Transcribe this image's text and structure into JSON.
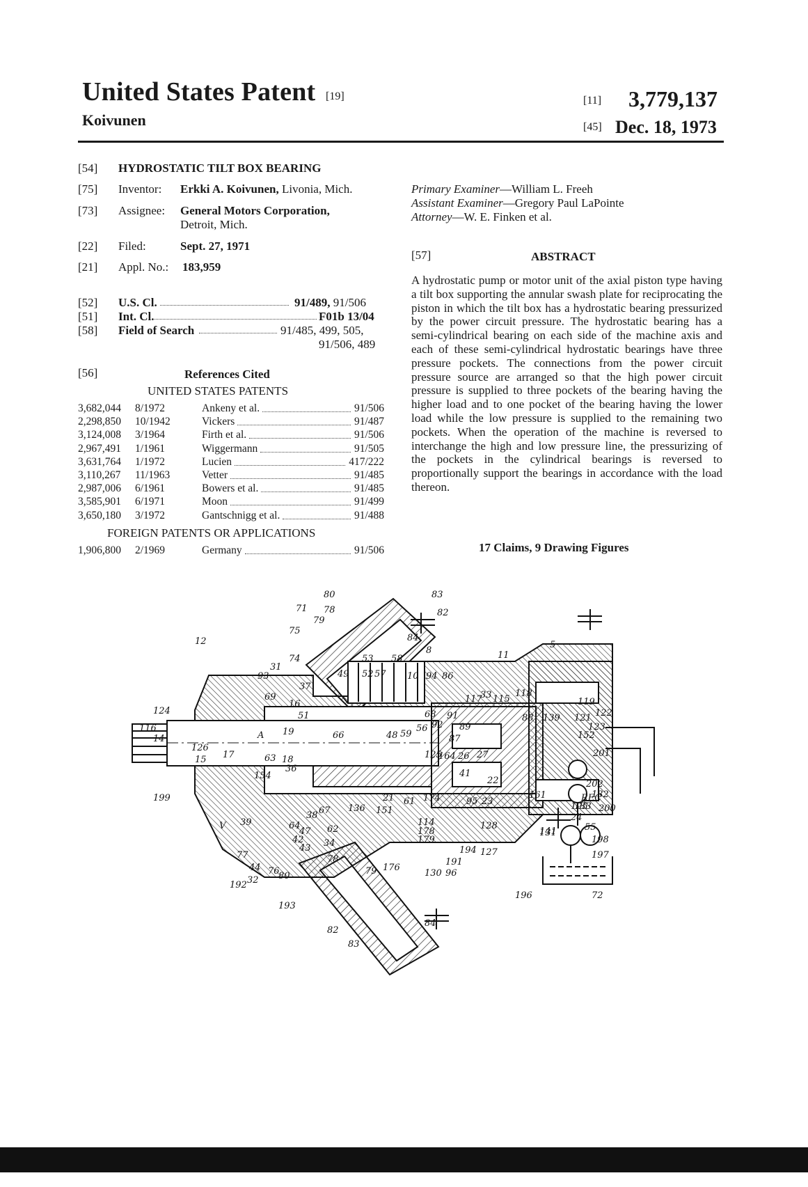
{
  "header": {
    "title": "United States Patent",
    "title_code": "[19]",
    "inventor_surname": "Koivunen",
    "patent_code": "[11]",
    "patent_number": "3,779,137",
    "date_code": "[45]",
    "date": "Dec. 18, 1973"
  },
  "left": {
    "f54": {
      "code": "[54]",
      "value": "HYDROSTATIC TILT BOX BEARING"
    },
    "f75": {
      "code": "[75]",
      "label": "Inventor:",
      "name": "Erkki A. Koivunen,",
      "place": "Livonia, Mich."
    },
    "f73": {
      "code": "[73]",
      "label": "Assignee:",
      "name": "General Motors Corporation,",
      "place": "Detroit, Mich."
    },
    "f22": {
      "code": "[22]",
      "label": "Filed:",
      "value": "Sept. 27, 1971"
    },
    "f21": {
      "code": "[21]",
      "label": "Appl. No.:",
      "value": "183,959"
    },
    "f52": {
      "code": "[52]",
      "label": "U.S. Cl.",
      "main": "91/489,",
      "rest": "91/506"
    },
    "f51": {
      "code": "[51]",
      "label": "Int. Cl.",
      "value": "F01b 13/04"
    },
    "f58": {
      "code": "[58]",
      "label": "Field of Search",
      "value1": "91/485, 499, 505,",
      "value2": "91/506, 489"
    },
    "f56": {
      "code": "[56]",
      "title": "References Cited"
    },
    "us_patents_title": "UNITED STATES PATENTS",
    "us_patents": [
      {
        "number": "3,682,044",
        "date": "8/1972",
        "name": "Ankeny et al.",
        "cls": "91/506"
      },
      {
        "number": "2,298,850",
        "date": "10/1942",
        "name": "Vickers",
        "cls": "91/487"
      },
      {
        "number": "3,124,008",
        "date": "3/1964",
        "name": "Firth et al.",
        "cls": "91/506"
      },
      {
        "number": "2,967,491",
        "date": "1/1961",
        "name": "Wiggermann",
        "cls": "91/505"
      },
      {
        "number": "3,631,764",
        "date": "1/1972",
        "name": "Lucien",
        "cls": "417/222"
      },
      {
        "number": "3,110,267",
        "date": "11/1963",
        "name": "Vetter",
        "cls": "91/485"
      },
      {
        "number": "2,987,006",
        "date": "6/1961",
        "name": "Bowers et al.",
        "cls": "91/485"
      },
      {
        "number": "3,585,901",
        "date": "6/1971",
        "name": "Moon",
        "cls": "91/499"
      },
      {
        "number": "3,650,180",
        "date": "3/1972",
        "name": "Gantschnigg et al.",
        "cls": "91/488"
      }
    ],
    "foreign_title": "FOREIGN PATENTS OR APPLICATIONS",
    "foreign_patents": [
      {
        "number": "1,906,800",
        "date": "2/1969",
        "name": "Germany",
        "cls": "91/506"
      }
    ]
  },
  "right": {
    "primary_examiner_label": "Primary Examiner",
    "primary_examiner": "—William L. Freeh",
    "assistant_examiner_label": "Assistant Examiner",
    "assistant_examiner": "—Gregory Paul LaPointe",
    "attorney_label": "Attorney",
    "attorney": "—W. E. Finken et al.",
    "abstract_code": "[57]",
    "abstract_title": "ABSTRACT",
    "abstract_text": "A hydrostatic pump or motor unit of the axial piston type having a tilt box supporting the annular swash plate for reciprocating the piston in which the tilt box has a hydrostatic bearing pressurized by the power circuit pressure. The hydrostatic bearing has a semi-cylindrical bearing on each side of the machine axis and each of these semi-cylindrical hydrostatic bearings have three pressure pockets. The connections from the power circuit pressure source are arranged so that the high power circuit pressure is supplied to three pockets of the bearing having the higher load and to one pocket of the bearing having the lower load while the low pressure is supplied to the remaining two pockets. When the operation of the machine is reversed to interchange the high and low pressure line, the pressurizing of the pockets in the cylindrical bearings is reversed to proportionally support the bearings in accordance with the load thereon.",
    "claims": "17 Claims, 9 Drawing Figures"
  },
  "drawing": {
    "labels": [
      "80",
      "83",
      "71",
      "78",
      "79",
      "82",
      "75",
      "12",
      "84",
      "8",
      "5",
      "53",
      "58",
      "74",
      "11",
      "49",
      "52",
      "57",
      "10",
      "94",
      "86",
      "93",
      "31",
      "37",
      "69",
      "33",
      "117",
      "115",
      "118",
      "119",
      "124",
      "16",
      "51",
      "68",
      "92",
      "116",
      "14",
      "A",
      "19",
      "66",
      "48",
      "59",
      "56",
      "91",
      "89",
      "87",
      "88",
      "139",
      "121",
      "123",
      "122",
      "126",
      "15",
      "17",
      "18",
      "63",
      "152",
      "125",
      "164",
      "26",
      "27",
      "201",
      "154",
      "36",
      "41",
      "22",
      "202",
      "132",
      "199",
      "21",
      "161",
      "195",
      "200",
      "136",
      "151",
      "61",
      "174",
      "95",
      "23",
      "24",
      "133",
      "REC",
      "V",
      "39",
      "38",
      "67",
      "64",
      "47",
      "62",
      "114",
      "178",
      "179",
      "128",
      "141",
      "55",
      "198",
      "42",
      "43",
      "34",
      "131",
      "197",
      "77",
      "44",
      "78",
      "79",
      "176",
      "194",
      "127",
      "191",
      "32",
      "76",
      "80",
      "130",
      "96",
      "192",
      "193",
      "196",
      "72",
      "82",
      "84",
      "83"
    ]
  }
}
